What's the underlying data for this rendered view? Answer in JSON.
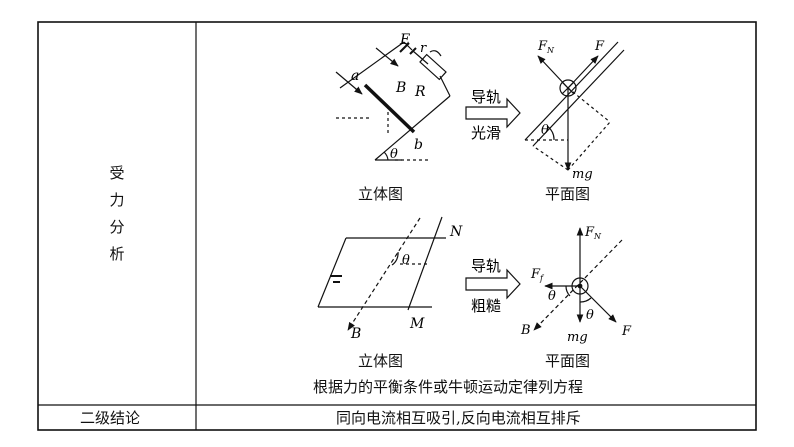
{
  "row1_label": "受力分析",
  "row2_label": "二级结论",
  "row2_text": "同向电流相互吸引,反向电流相互排斥",
  "caption_main": "根据力的平衡条件或牛顿运动定律列方程",
  "top": {
    "left_caption": "立体图",
    "right_caption": "平面图",
    "arrow_top": "导轨",
    "arrow_bottom": "光滑",
    "labels": {
      "E": "E",
      "r": "r",
      "a": "a",
      "B": "B",
      "R": "R",
      "b": "b",
      "theta": "θ"
    },
    "forces": {
      "FN": "F",
      "FN_sub": "N",
      "F": "F",
      "mg": "mg",
      "theta": "θ"
    }
  },
  "bottom": {
    "left_caption": "立体图",
    "right_caption": "平面图",
    "arrow_top": "导轨",
    "arrow_bottom": "粗糙",
    "labels": {
      "N": "N",
      "M": "M",
      "B": "B",
      "theta": "θ"
    },
    "forces": {
      "FN": "F",
      "FN_sub": "N",
      "Ff": "F",
      "Ff_sub": "f",
      "B": "B",
      "mg": "mg",
      "F": "F",
      "theta1": "θ",
      "theta2": "θ"
    }
  }
}
